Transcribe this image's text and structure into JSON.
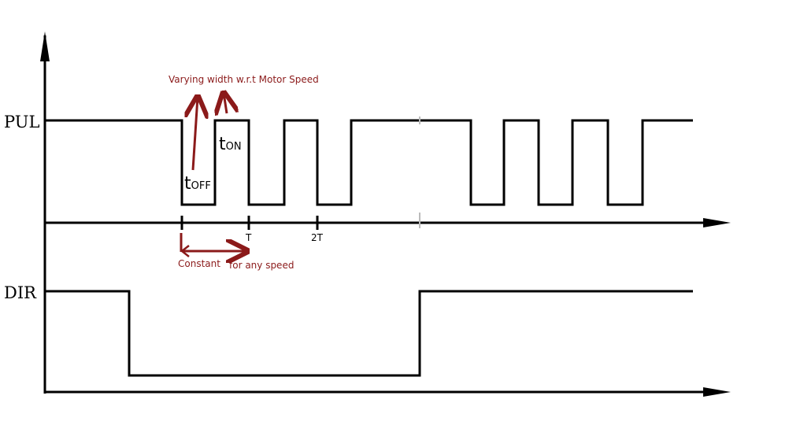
{
  "signals": {
    "pul": "PUL",
    "dir": "DIR"
  },
  "ticks": {
    "t1": "T",
    "t2": "2T"
  },
  "labels": {
    "t_off_main": "t",
    "t_off_sub": "OFF",
    "t_on_main": "t",
    "t_on_sub": "ON",
    "varying": "Varying width w.r.t Motor Speed",
    "constant": "Constant",
    "for_any_speed": "for any speed"
  },
  "colors": {
    "annotation": "#8b1a1a",
    "signal": "#000000"
  }
}
